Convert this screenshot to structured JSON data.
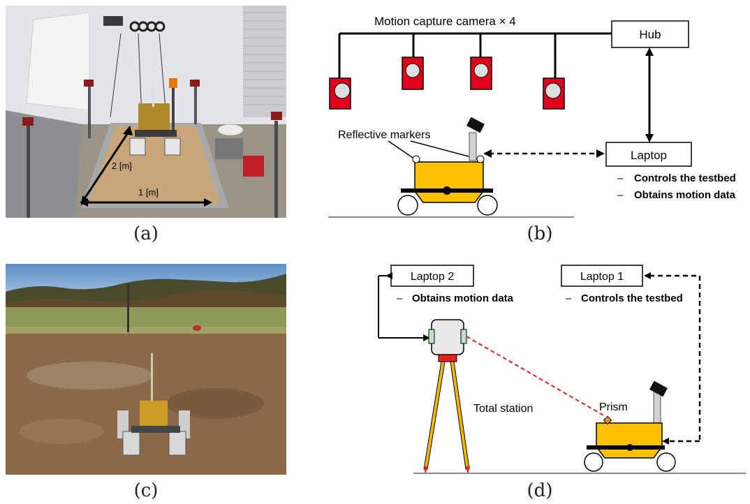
{
  "panels": {
    "a": {
      "caption": "(a)",
      "dim_y": "2 [m]",
      "dim_x": "1 [m]"
    },
    "b": {
      "caption": "(b)",
      "camera_label": "Motion capture camera × 4",
      "hub": "Hub",
      "laptop": "Laptop",
      "markers_label": "Reflective markers",
      "notes": [
        "Controls the testbed",
        "Obtains motion data"
      ],
      "dash": "–"
    },
    "c": {
      "caption": "(c)"
    },
    "d": {
      "caption": "(d)",
      "laptop2": "Laptop 2",
      "laptop1": "Laptop 1",
      "laptop2_note": "Obtains motion data",
      "laptop1_note": "Controls the testbed",
      "total_station": "Total station",
      "prism": "Prism",
      "dash": "–"
    }
  },
  "colors": {
    "camera_red": "#e0001b",
    "rover_yellow": "#ffc000",
    "prism_orange": "#f08a30",
    "tripod_yellow": "#f5b800",
    "laser_red": "#e52020"
  }
}
